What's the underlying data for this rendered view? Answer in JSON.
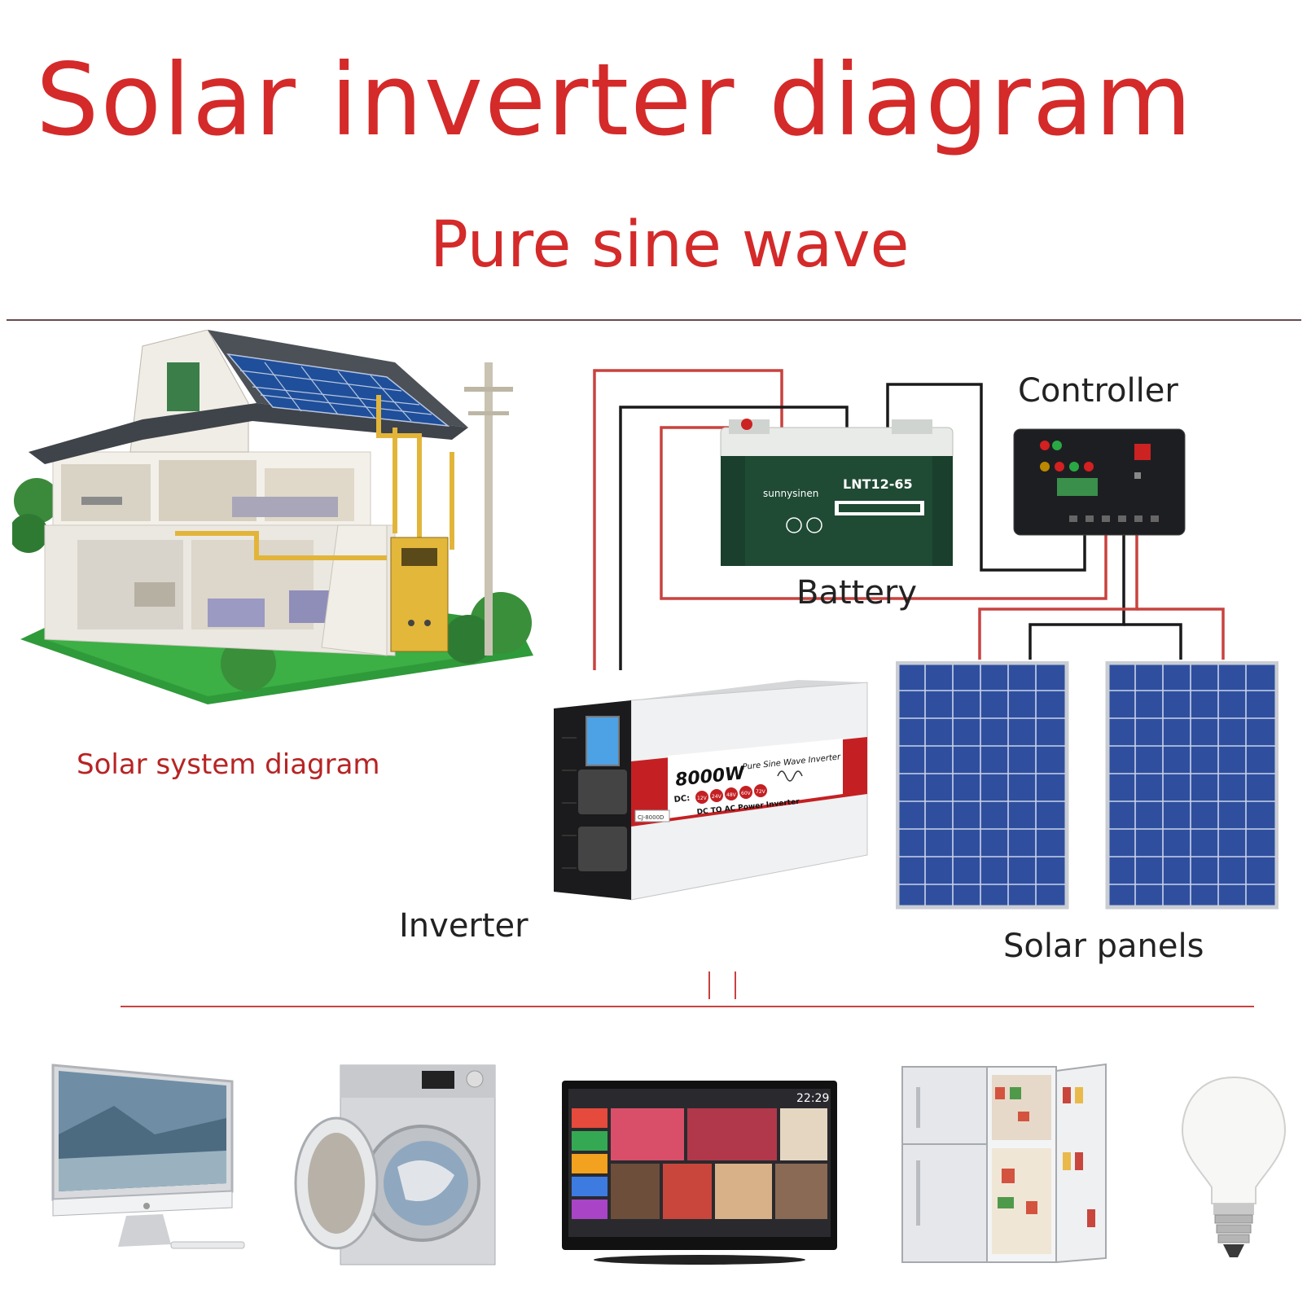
{
  "header": {
    "title": "Solar inverter diagram",
    "subtitle": "Pure sine wave"
  },
  "labels": {
    "controller": "Controller",
    "battery": "Battery",
    "inverter": "Inverter",
    "solar_panels": "Solar panels",
    "solar_system": "Solar system diagram"
  },
  "battery_print": {
    "brand": "sunnysinen",
    "model": "LNT12-65"
  },
  "inverter_print": {
    "wattage": "8000W",
    "headline": "Pure Sine Wave Inverter",
    "dc_prefix": "DC:",
    "voltages": [
      "12V",
      "24V",
      "48V",
      "60V",
      "72V"
    ],
    "tagline": "DC TO AC Power Inverter",
    "model": "CJ-8000D"
  },
  "tv_print": {
    "clock": "22:29"
  },
  "colors": {
    "title_red": "#d42a2a",
    "wire_red": "#c8423f",
    "wire_black": "#1a1a1a",
    "panel_blue": "#2f4f9e",
    "battery_green": "#1f4a34"
  },
  "appliances": [
    "desktop-computer",
    "washing-machine",
    "television",
    "refrigerator",
    "light-bulb"
  ]
}
